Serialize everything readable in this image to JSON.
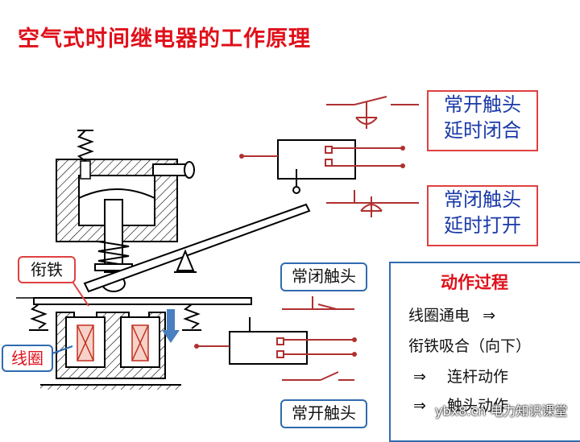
{
  "title": "空气式时间继电器的工作原理",
  "callouts": {
    "no_delay_close_line1": "常开触头",
    "no_delay_close_line2": "延时闭合",
    "nc_delay_open_line1": "常闭触头",
    "nc_delay_open_line2": "延时打开"
  },
  "labels": {
    "armature": "衔铁",
    "coil": "线圈",
    "nc_contact": "常闭触头",
    "no_contact": "常开触头"
  },
  "process": {
    "title": "动作过程",
    "steps": [
      {
        "prefix": "",
        "text": "线圈通电",
        "suffix": "⇒"
      },
      {
        "prefix": "",
        "text": "衔铁吸合（向下）",
        "suffix": ""
      },
      {
        "prefix": "⇒",
        "text": "连杆动作",
        "suffix": ""
      },
      {
        "prefix": "⇒",
        "text": "触头动作",
        "suffix": ""
      }
    ]
  },
  "watermark": "ybx8.cn 电力知识课堂",
  "colors": {
    "title": "#e0101a",
    "callout_text": "#1a3aa8",
    "wire": "#b03030",
    "frame": "#2f6bb0"
  }
}
